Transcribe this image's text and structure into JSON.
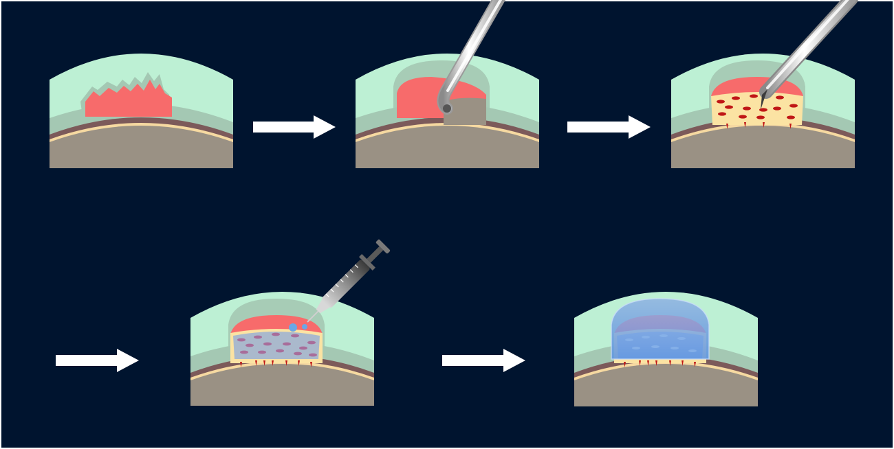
{
  "diagram": {
    "background_color": "#00142f",
    "panels": [
      {
        "id": "panel-1",
        "stage": "damaged-cartilage-lesion"
      },
      {
        "id": "panel-2",
        "stage": "debridement-with-curette"
      },
      {
        "id": "panel-3",
        "stage": "microfracture-with-awl"
      },
      {
        "id": "panel-4",
        "stage": "injection-with-syringe"
      },
      {
        "id": "panel-5",
        "stage": "covered-repair"
      }
    ],
    "arrows": [
      {
        "id": "arrow-1",
        "from": "panel-1",
        "to": "panel-2"
      },
      {
        "id": "arrow-2",
        "from": "panel-2",
        "to": "panel-3"
      },
      {
        "id": "arrow-3",
        "from": "panel-3",
        "to": "panel-4"
      },
      {
        "id": "arrow-4",
        "from": "panel-4",
        "to": "panel-5"
      }
    ],
    "colors": {
      "cartilage": "#bdf0d4",
      "cartilage_deep": "#a4c8b3",
      "bone": "#9a9184",
      "subchondral": "#7c5a5a",
      "tide_line": "#f6d9a1",
      "lesion": "#f76b6b",
      "marrow": "#fbe3a3",
      "bleeding_dots": "#c01616",
      "injected_gel": "#aab9cc",
      "gel_cells": "#a86d9a",
      "membrane": "#6e9fe8",
      "arrow": "#ffffff"
    },
    "icons": [
      "curette-icon",
      "awl-icon",
      "syringe-icon",
      "arrow-icon"
    ]
  }
}
